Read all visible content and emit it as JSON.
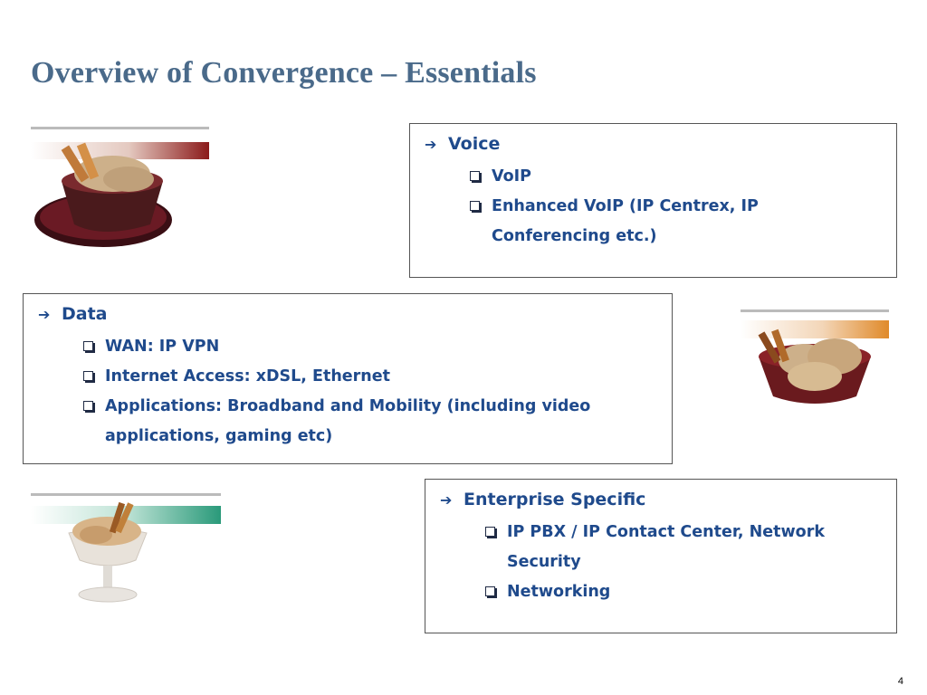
{
  "slide": {
    "title": "Overview of Convergence – Essentials",
    "page_number": "4"
  },
  "voice": {
    "heading": "Voice",
    "items": [
      "VoIP",
      "Enhanced VoIP (IP Centrex, IP Conferencing etc.)"
    ]
  },
  "data_section": {
    "heading": "Data",
    "items": [
      "WAN: IP VPN",
      "Internet Access: xDSL, Ethernet",
      "Applications: Broadband and Mobility (including video applications, gaming etc)"
    ]
  },
  "enterprise": {
    "heading": "Enterprise Specific",
    "items": [
      "IP PBX / IP Contact Center, Network Security",
      "Networking"
    ]
  },
  "colors": {
    "title": "#4a6a8a",
    "text": "#1f4a8c",
    "bar_red": "#8b1a1a",
    "bar_orange": "#e08a2a",
    "bar_green": "#2a9a7a"
  },
  "icons": {
    "bullet_arrow": "➔",
    "sub_bullet": "checkbox-square",
    "decoration_1": "ice-cream-bowl-dark",
    "decoration_2": "ice-cream-bowl-red",
    "decoration_3": "ice-cream-glass-cup"
  }
}
